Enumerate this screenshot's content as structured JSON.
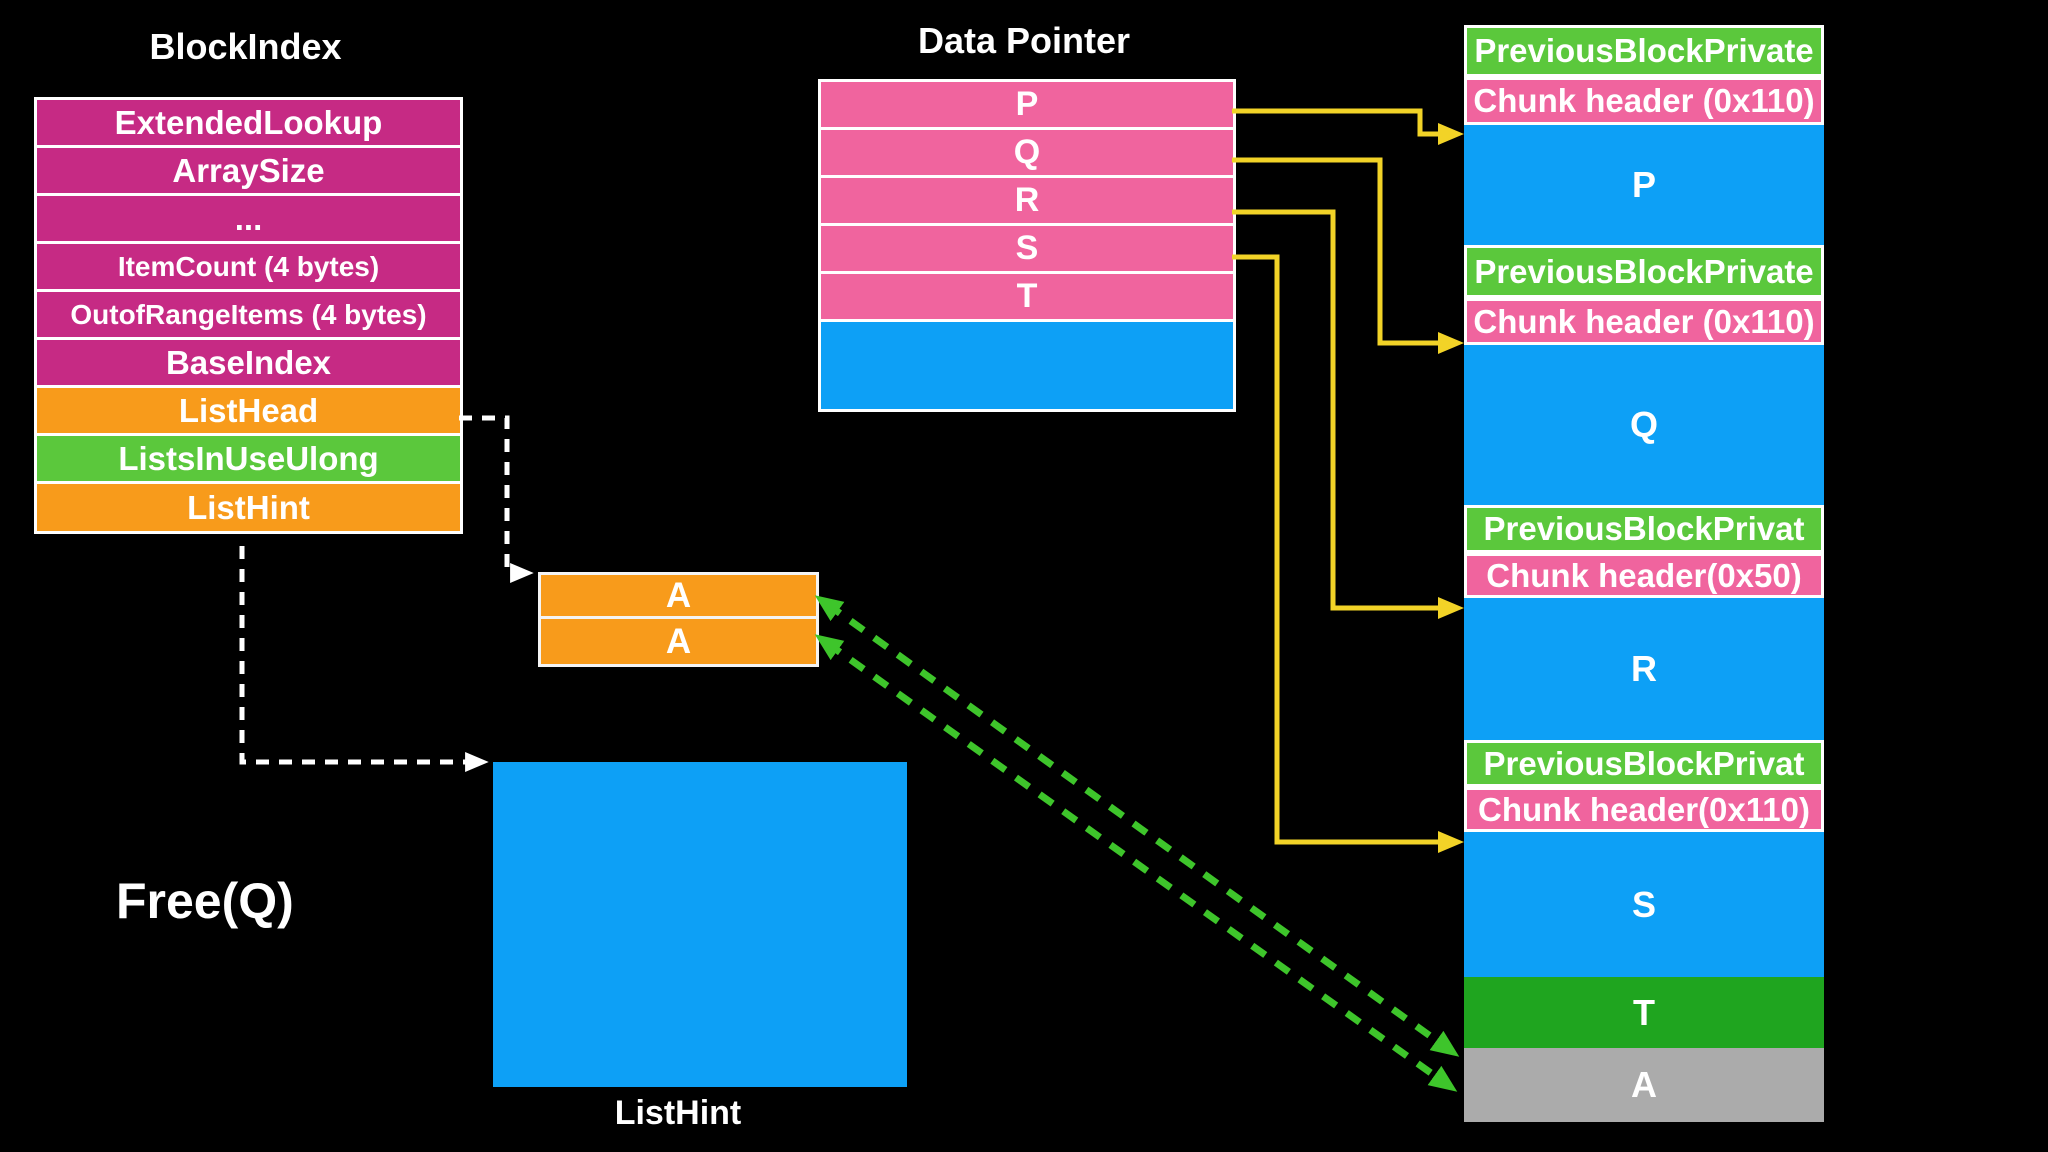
{
  "colors": {
    "background": "#000000",
    "magenta": "#C62A84",
    "pink": "#F0649E",
    "orange": "#F89B1B",
    "bright_green": "#5BC83C",
    "dark_green": "#1FA51F",
    "blue": "#0DA0F6",
    "gray": "#ABABAB",
    "arrow_yellow": "#F2D327",
    "arrow_green": "#3EC52B",
    "arrow_white": "#FFFFFF"
  },
  "block_index": {
    "title": "BlockIndex",
    "rows": [
      {
        "label": "ExtendedLookup"
      },
      {
        "label": "ArraySize"
      },
      {
        "label": "..."
      },
      {
        "label": "ItemCount (4 bytes)"
      },
      {
        "label": "OutofRangeItems (4 bytes)"
      },
      {
        "label": "BaseIndex"
      },
      {
        "label": "ListHead"
      },
      {
        "label": "ListsInUseUlong"
      },
      {
        "label": "ListHint"
      }
    ]
  },
  "data_pointer": {
    "title": "Data Pointer",
    "rows": [
      {
        "label": "P"
      },
      {
        "label": "Q"
      },
      {
        "label": "R"
      },
      {
        "label": "S"
      },
      {
        "label": "T"
      }
    ]
  },
  "free_list": {
    "rows": [
      {
        "label": "A"
      },
      {
        "label": "A"
      }
    ]
  },
  "list_hint": {
    "label": "ListHint"
  },
  "annotation": {
    "label": "Free(Q)"
  },
  "heap_column": {
    "blocks": [
      {
        "label": "PreviousBlockPrivate"
      },
      {
        "label": "Chunk header (0x110)"
      },
      {
        "label": "P"
      },
      {
        "label": "PreviousBlockPrivate"
      },
      {
        "label": "Chunk header (0x110)"
      },
      {
        "label": "Q"
      },
      {
        "label": "PreviousBlockPrivat"
      },
      {
        "label": "Chunk header(0x50)"
      },
      {
        "label": "R"
      },
      {
        "label": "PreviousBlockPrivat"
      },
      {
        "label": "Chunk header(0x110)"
      },
      {
        "label": "S"
      },
      {
        "label": "T"
      },
      {
        "label": "A"
      }
    ]
  }
}
